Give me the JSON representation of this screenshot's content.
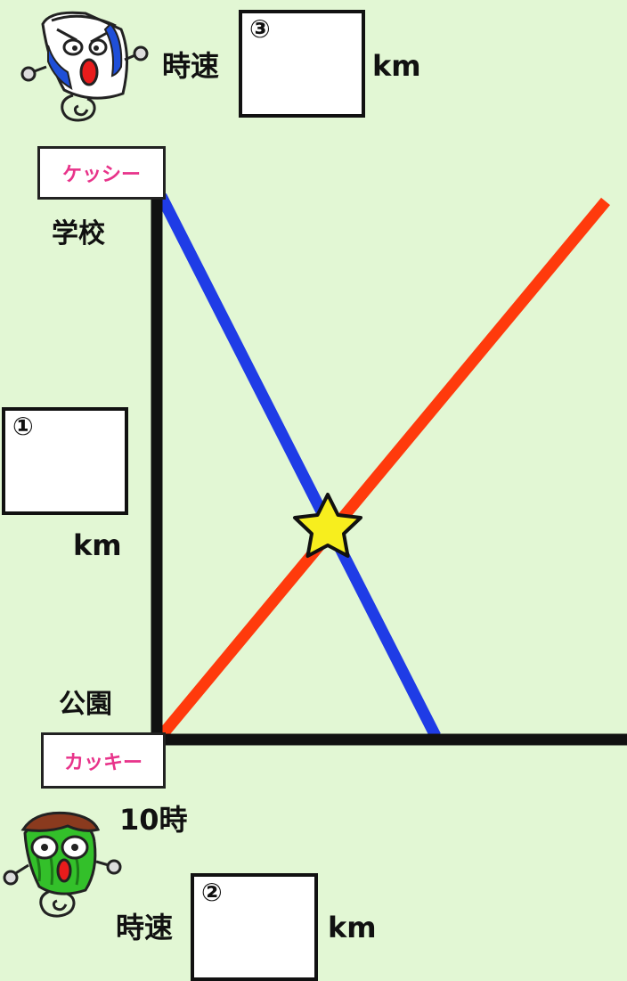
{
  "top_speed": {
    "prefix": "時速",
    "box_number": "③",
    "unit": "km"
  },
  "bottom_speed": {
    "prefix": "時速",
    "box_number": "②",
    "unit": "km"
  },
  "distance": {
    "box_number": "①",
    "unit": "km"
  },
  "places": {
    "school": "学校",
    "park": "公園"
  },
  "time_label": "10時",
  "names": {
    "kessy": "ケッシー",
    "kakky": "カッキー"
  },
  "colors": {
    "background": "#e2f7d4",
    "kessy_line": "#1f3ce6",
    "kakky_line": "#ff3a0c",
    "axis": "#111111",
    "star": "#f7ee1e",
    "name_text": "#e8338a"
  },
  "icons": [
    "star-icon",
    "kessy-character",
    "kakky-character"
  ]
}
